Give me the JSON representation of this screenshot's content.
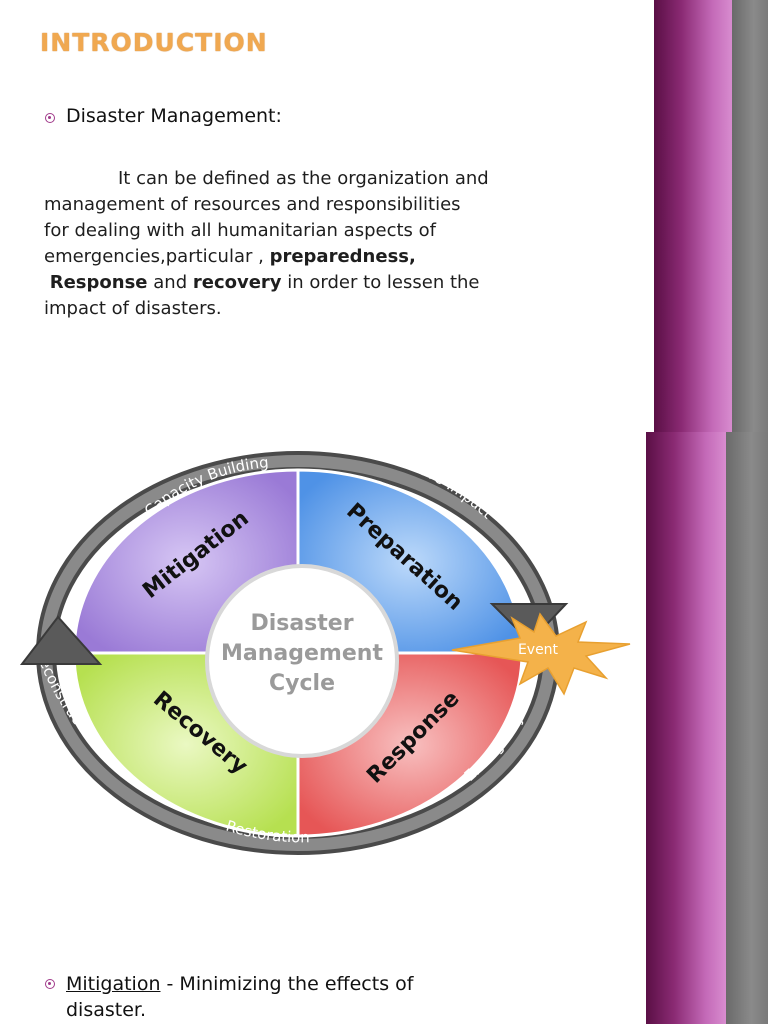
{
  "slide1": {
    "title": "INTRODUCTION",
    "heading": "Disaster Management:",
    "para": {
      "l1": "It can be defined as the organization and",
      "l2": "management of resources and responsibilities",
      "l3": "for dealing with all humanitarian aspects of",
      "l4a": "emergencies,particular ,",
      "l4b": "preparedness,",
      "l5a": "Response",
      "l5b": "and",
      "l5c": "recovery",
      "l5d": "in order to lessen the",
      "l6": "impact of disasters."
    }
  },
  "cycle": {
    "center": [
      "Disaster",
      "Management",
      "Cycle"
    ],
    "quadrants": {
      "mitigation": "Mitigation",
      "preparation": "Preparation",
      "response": "Response",
      "recovery": "Recovery"
    },
    "ring": {
      "capacity": "Capacity Building",
      "preimpact": "Pre-Impact",
      "emergency": "Emergency",
      "restoration": "Restoration",
      "reconstruction": "Reconstruction"
    },
    "event": "Event"
  },
  "slide3": {
    "term": "Mitigation",
    "rest": " - Minimizing the effects of",
    "line2": "disaster."
  },
  "colors": {
    "title": "#f0a850",
    "mitigation": "#a98de0",
    "preparation": "#6aa8ee",
    "response": "#ef6f6f",
    "recovery": "#c8ec6e",
    "ring": "#5c5c5c",
    "event": "#f4b24a"
  }
}
